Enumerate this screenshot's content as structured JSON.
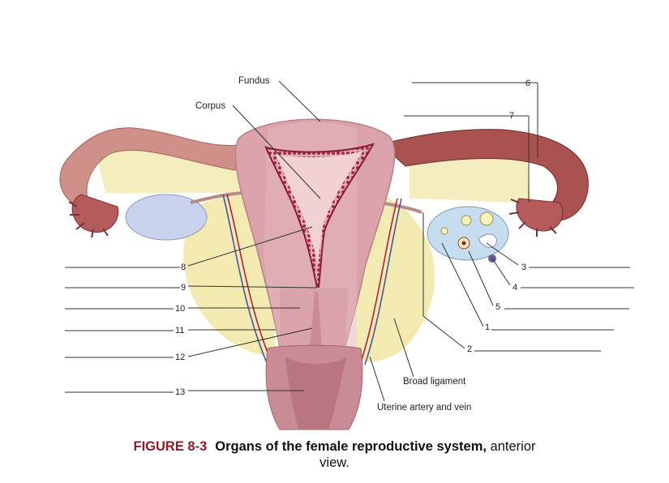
{
  "labels": {
    "fundus": "Fundus",
    "corpus": "Corpus",
    "broad_ligament": "Broad ligament",
    "uterine_vessels": "Uterine artery and vein"
  },
  "numbers": [
    "1",
    "2",
    "3",
    "4",
    "5",
    "6",
    "7",
    "8",
    "9",
    "10",
    "11",
    "12",
    "13"
  ],
  "caption": {
    "figure": "FIGURE 8-3",
    "title": "Organs of the female reproductive system,",
    "rest_line1": " anterior",
    "rest_line2": "view."
  },
  "colors": {
    "uterus": "#d9a3a9",
    "uterus_dark": "#b98089",
    "endometrium": "#b0234a",
    "tube": "#c98a86",
    "tube_dark": "#8d3b3e",
    "ligament": "#f2eab0",
    "ovary": "#c9d3ee",
    "caption_red": "#8c1d2c"
  }
}
